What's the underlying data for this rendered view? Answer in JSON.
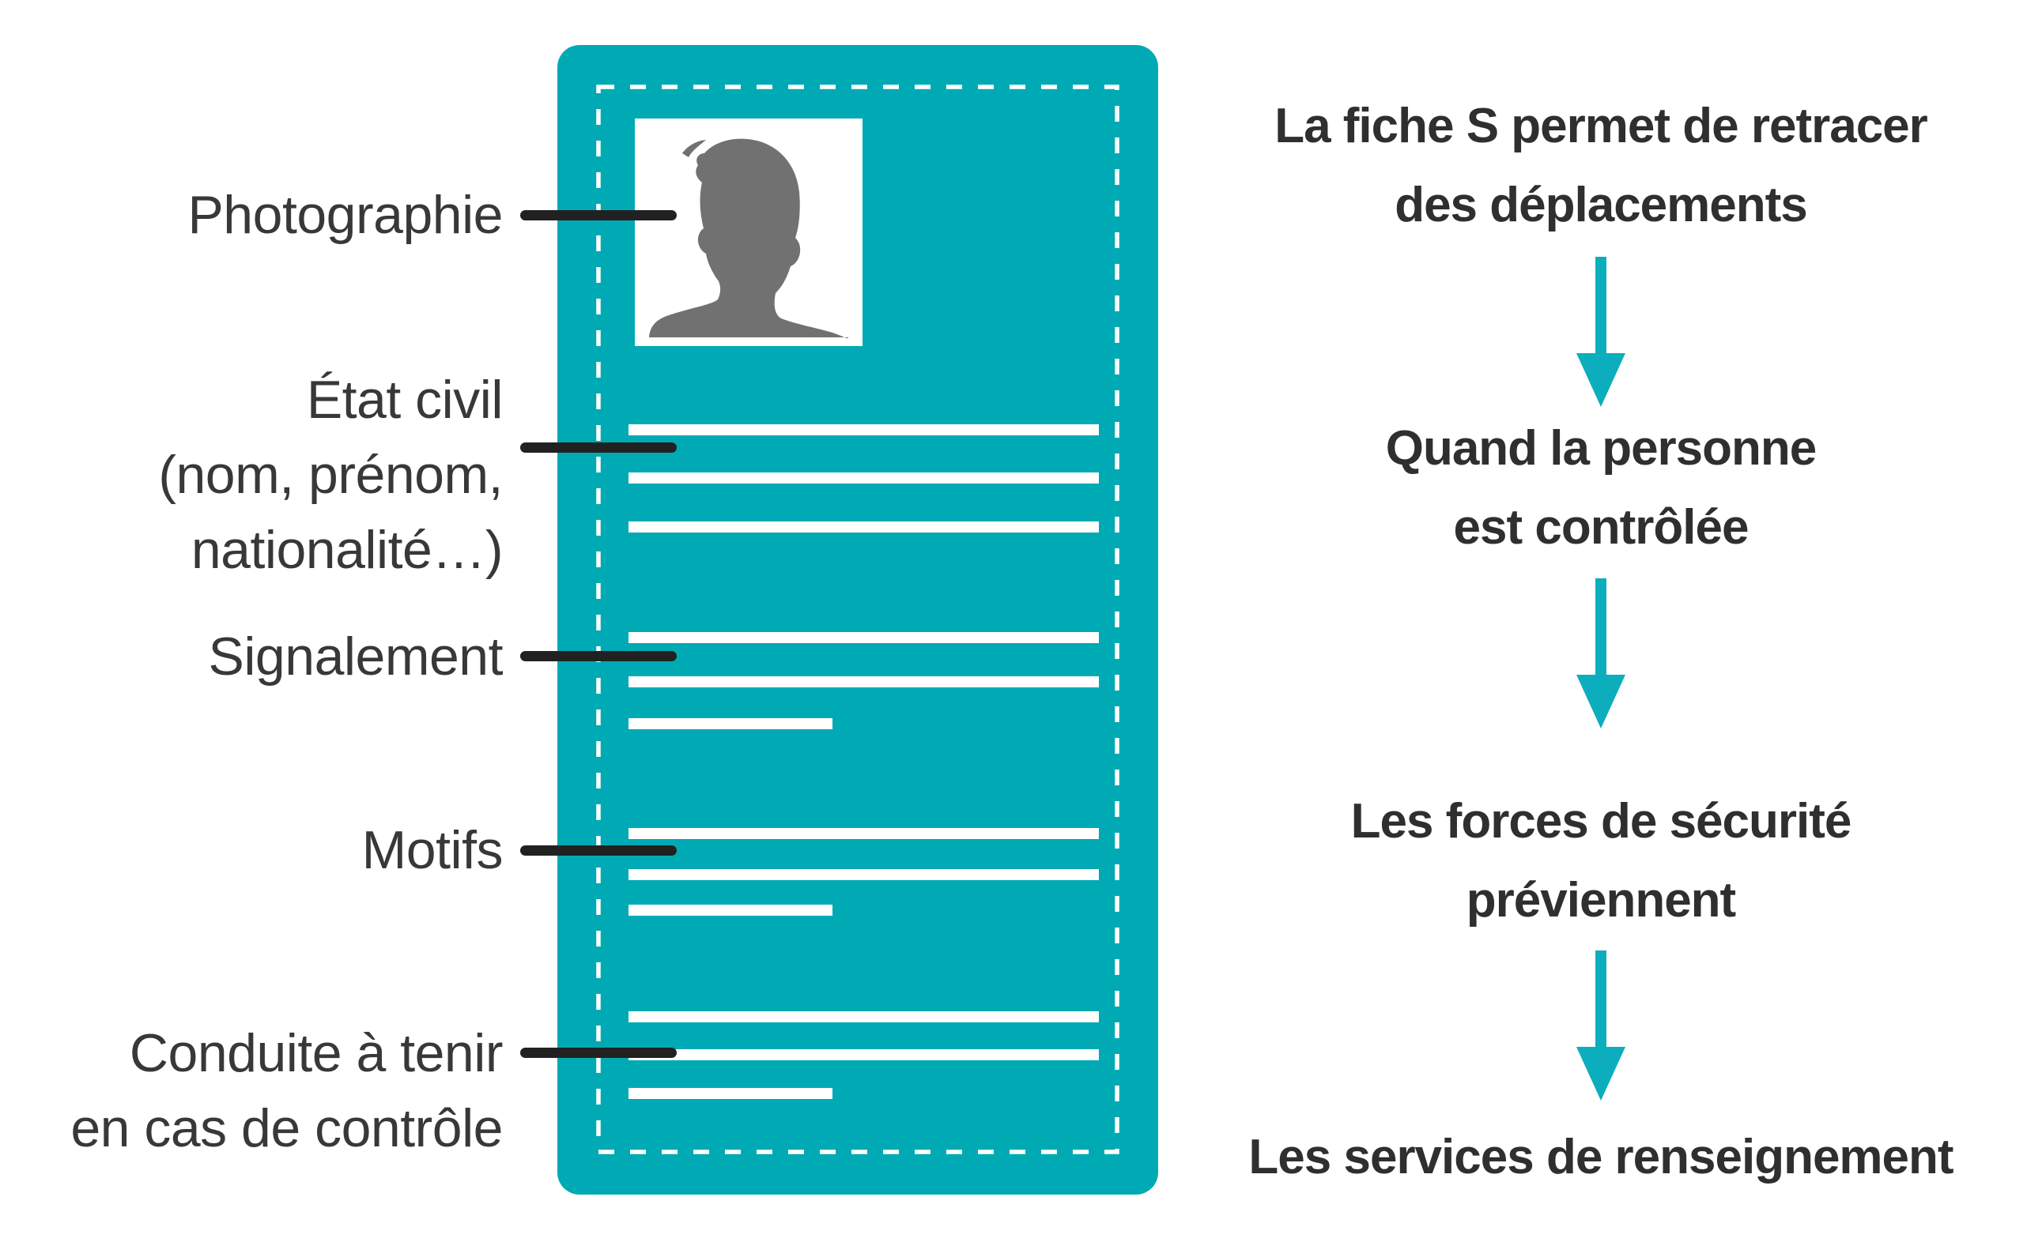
{
  "colors": {
    "card_teal": "#00AAB4",
    "arrow_teal": "#0CAEBD",
    "connector_dark": "#212121",
    "label_text": "#383838",
    "title_text": "#2F2F2F",
    "silhouette_gray": "#717171",
    "photo_background": "#FFFFFF",
    "line_white": "#FFFFFF",
    "page_background": "#FFFFFF"
  },
  "card": {
    "description": "fiche S identity card mock with dashed border, photo placeholder and redacted text lines",
    "line_groups": [
      {
        "field": "État civil",
        "lines": [
          "long",
          "long",
          "long"
        ]
      },
      {
        "field": "Signalement",
        "lines": [
          "long",
          "long",
          "short"
        ]
      },
      {
        "field": "Motifs",
        "lines": [
          "long",
          "long",
          "short"
        ]
      },
      {
        "field": "Conduite à tenir",
        "lines": [
          "long",
          "long",
          "short"
        ]
      }
    ]
  },
  "labels": [
    {
      "id": "photographie",
      "lines": [
        "Photographie"
      ]
    },
    {
      "id": "etat-civil",
      "lines": [
        "État civil",
        "(nom, prénom,",
        "nationalité…)"
      ]
    },
    {
      "id": "signalement",
      "lines": [
        "Signalement"
      ]
    },
    {
      "id": "motifs",
      "lines": [
        "Motifs"
      ]
    },
    {
      "id": "conduite",
      "lines": [
        "Conduite à tenir",
        "en cas de contrôle"
      ]
    }
  ],
  "flow": {
    "steps": [
      {
        "lines": [
          "La fiche S permet de retracer",
          "des déplacements"
        ]
      },
      {
        "lines": [
          "Quand la personne",
          "est contrôlée"
        ]
      },
      {
        "lines": [
          "Les forces de sécurité",
          "préviennent"
        ]
      },
      {
        "lines": [
          "Les services de renseignement"
        ]
      }
    ]
  }
}
